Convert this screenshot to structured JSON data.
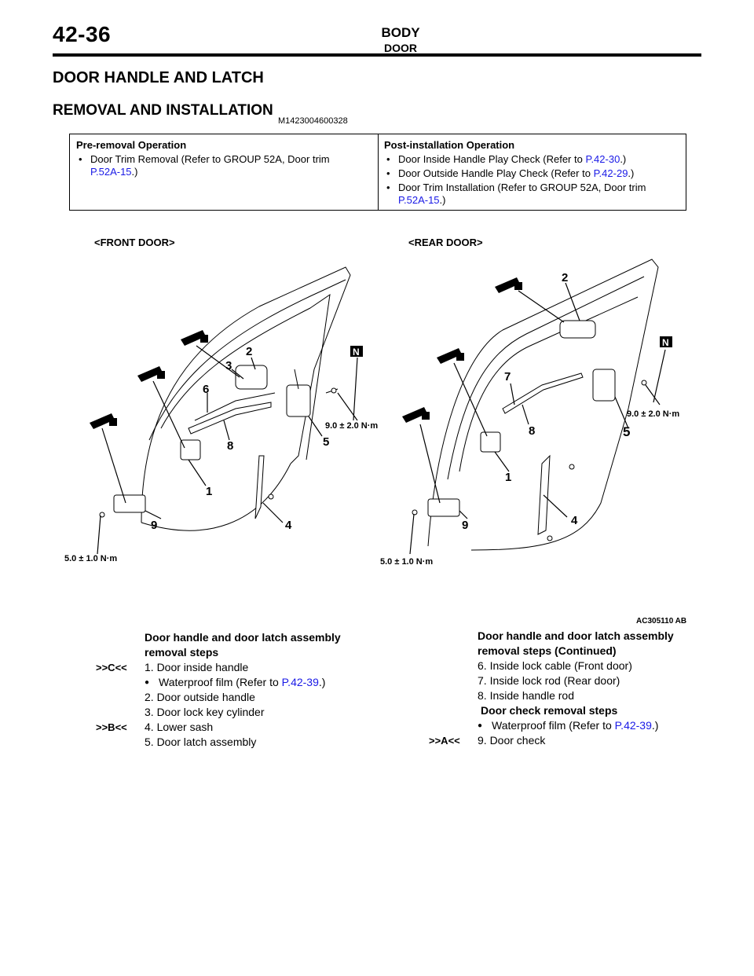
{
  "header": {
    "page_number": "42-36",
    "section": "BODY",
    "subsection": "DOOR"
  },
  "title": "DOOR HANDLE AND LATCH",
  "subtitle": "REMOVAL AND INSTALLATION",
  "doc_id": "M1423004600328",
  "operations": {
    "pre_title": "Pre-removal Operation",
    "pre_item_text": "Door Trim Removal (Refer to GROUP 52A, Door trim",
    "pre_item_link": "P.52A-15",
    "post_title": "Post-installation Operation",
    "post_items": [
      {
        "text": "Door Inside Handle Play Check (Refer to ",
        "link": "P.42-30",
        "tail": ".)"
      },
      {
        "text": "Door Outside Handle Play Check (Refer to ",
        "link": "P.42-29",
        "tail": ".)"
      },
      {
        "text": "Door Trim Installation (Refer to GROUP 52A, Door trim",
        "link": "P.52A-15",
        "tail": ".)"
      }
    ],
    "close_paren": ".)"
  },
  "diagram": {
    "front_label": "<FRONT DOOR>",
    "rear_label": "<REAR DOOR>",
    "torque_latch": "9.0 ± 2.0 N·m",
    "torque_check": "5.0 ± 1.0 N·m",
    "n_badge": "N",
    "figure_id": "AC305110 AB",
    "front_callouts": [
      "1",
      "2",
      "3",
      "4",
      "5",
      "6",
      "8",
      "9"
    ],
    "rear_callouts": [
      "1",
      "2",
      "4",
      "5",
      "7",
      "8",
      "9"
    ]
  },
  "steps_left": {
    "title_line1": "Door handle and door latch assembly",
    "title_line2": "removal steps",
    "ref_c": ">>C<<",
    "ref_b": ">>B<<",
    "items": [
      "1.  Door inside handle",
      "Waterproof film (Refer to ",
      "2.  Door outside handle",
      "3.  Door lock key cylinder",
      "4.  Lower sash",
      "5.  Door latch assembly"
    ],
    "link": "P.42-39",
    "tail": ".)"
  },
  "steps_right": {
    "title_line1": "Door handle and door latch assembly",
    "title_line2": "removal steps (Continued)",
    "items": [
      "6.  Inside lock cable (Front door)",
      "7.  Inside lock rod (Rear door)",
      "8.  Inside handle rod"
    ],
    "check_title": "Door check removal steps",
    "waterproof": "Waterproof film (Refer to ",
    "link": "P.42-39",
    "tail": ".)",
    "ref_a": ">>A<<",
    "last_item": "9.  Door check"
  }
}
